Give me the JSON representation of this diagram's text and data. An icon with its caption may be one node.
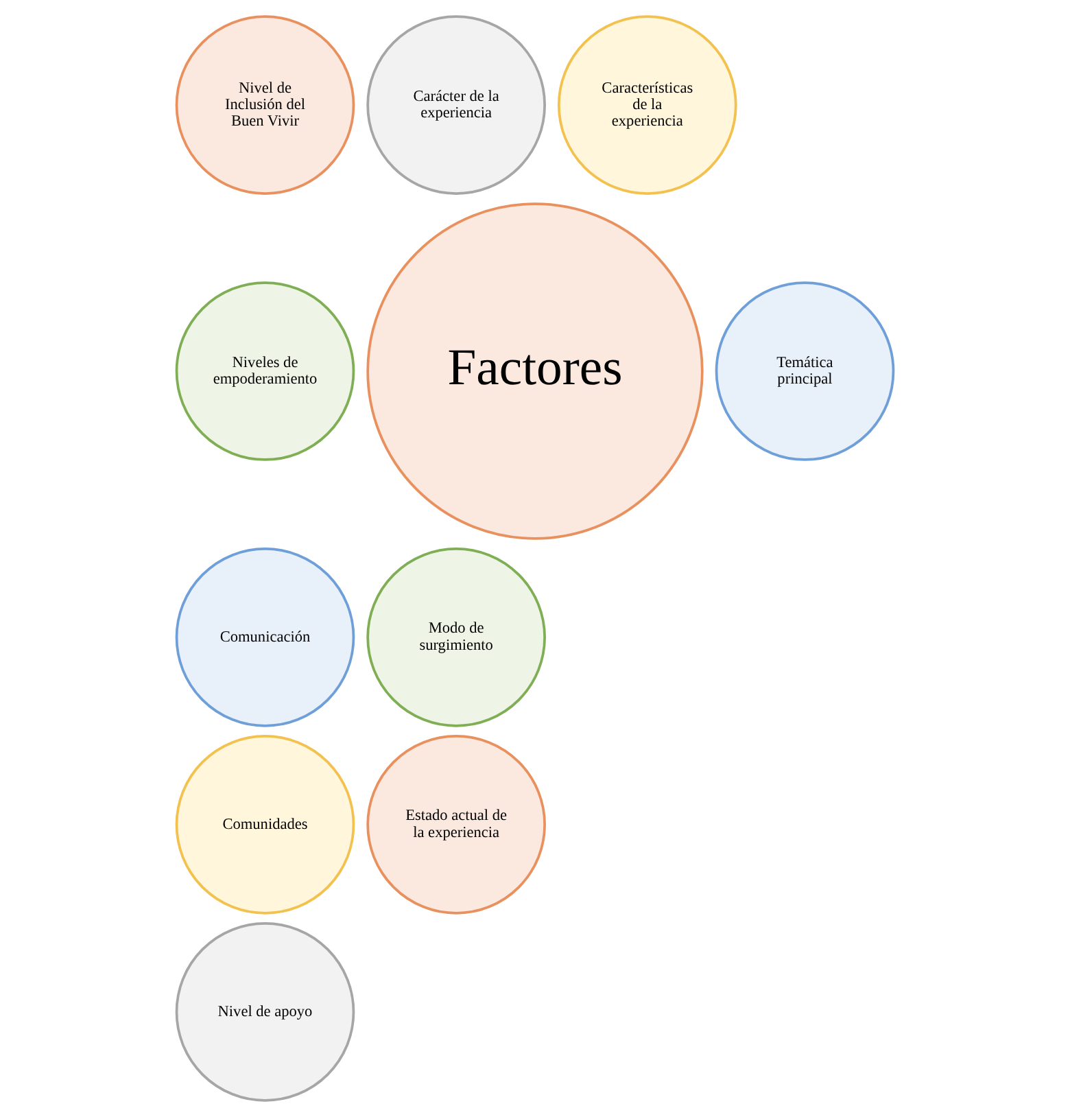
{
  "diagram": {
    "nodes": [
      {
        "text": [
          "Factores"
        ]
      },
      {
        "text": [
          "Carácter de la experiencia"
        ]
      },
      {
        "text": [
          "Características de la experiencia"
        ]
      },
      {
        "text": [
          "Temática principal"
        ]
      },
      {
        "text": [
          "Modo de surgimiento"
        ]
      },
      {
        "text": [
          "Estado actual de la experiencia"
        ]
      },
      {
        "text": [
          "Nivel de apoyo"
        ]
      },
      {
        "text": [
          "Comunidades"
        ]
      },
      {
        "text": [
          "Comunicación"
        ]
      },
      {
        "text": [
          "Niveles de empoderamiento"
        ]
      },
      {
        "text": [
          "Nivel de Inclusión del Buen Vivir"
        ]
      }
    ],
    "edges": []
  }
}
